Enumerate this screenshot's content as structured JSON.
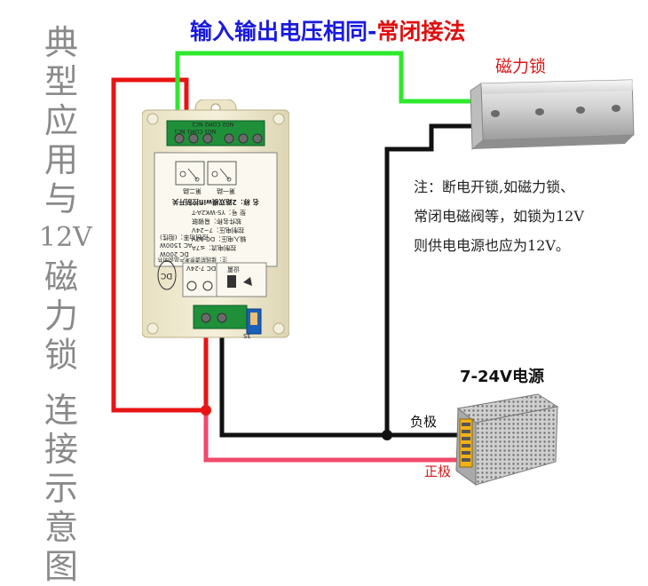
{
  "header": {
    "part1": "输入输出电压相同-",
    "part2": "常闭接法",
    "color_blue": "#1a1adf",
    "color_red": "#e01010"
  },
  "side_caption": {
    "chars": [
      "典",
      "型",
      "应",
      "用",
      "与",
      "12V",
      "磁",
      "力",
      "锁",
      "",
      "连",
      "接",
      "示",
      "意",
      "图"
    ]
  },
  "lock": {
    "label": "磁力锁"
  },
  "note": {
    "lines": [
      "注：断电开锁,如磁力锁、",
      "常闭电磁阀等，如锁为12V",
      "则供电电源也应为12V。"
    ]
  },
  "psu": {
    "title": "7-24V电源",
    "negative": "负极",
    "positive": "正极"
  },
  "module": {
    "terminal_top_labels": [
      "NO1",
      "COM1",
      "NC1",
      "NO2",
      "COM2",
      "NC2"
    ],
    "name_line": "名 称：2路双模wifi控制开关",
    "model_line": "型 号：YS-WK2A-T",
    "software_line": "软件名称：易微联",
    "voltage_line": "控制电压：7~24V",
    "in_line": "输入电压：DC 12V",
    "ctrl_current": "控制电流：≤7A",
    "ctrl_power": "控制功率：(阻性)",
    "power_values": "AC 1500W",
    "dc_power": "DC 200W",
    "dc_badge": "DC",
    "dc_range": "DC 7-24V",
    "set_label": "设置",
    "footer_line": "注：接线前请参考产品说明书",
    "relay_labels": [
      "第一路",
      "第二路"
    ],
    "bottom_marker": "3S",
    "colors": {
      "body": "#f0ead2",
      "terminal_green": "#1f8f3a",
      "terminal_blue": "#1c5fb8"
    }
  },
  "wire_colors": {
    "red": "#e81414",
    "green": "#2ee82e",
    "black": "#111111",
    "pink": "#f04a6a"
  }
}
